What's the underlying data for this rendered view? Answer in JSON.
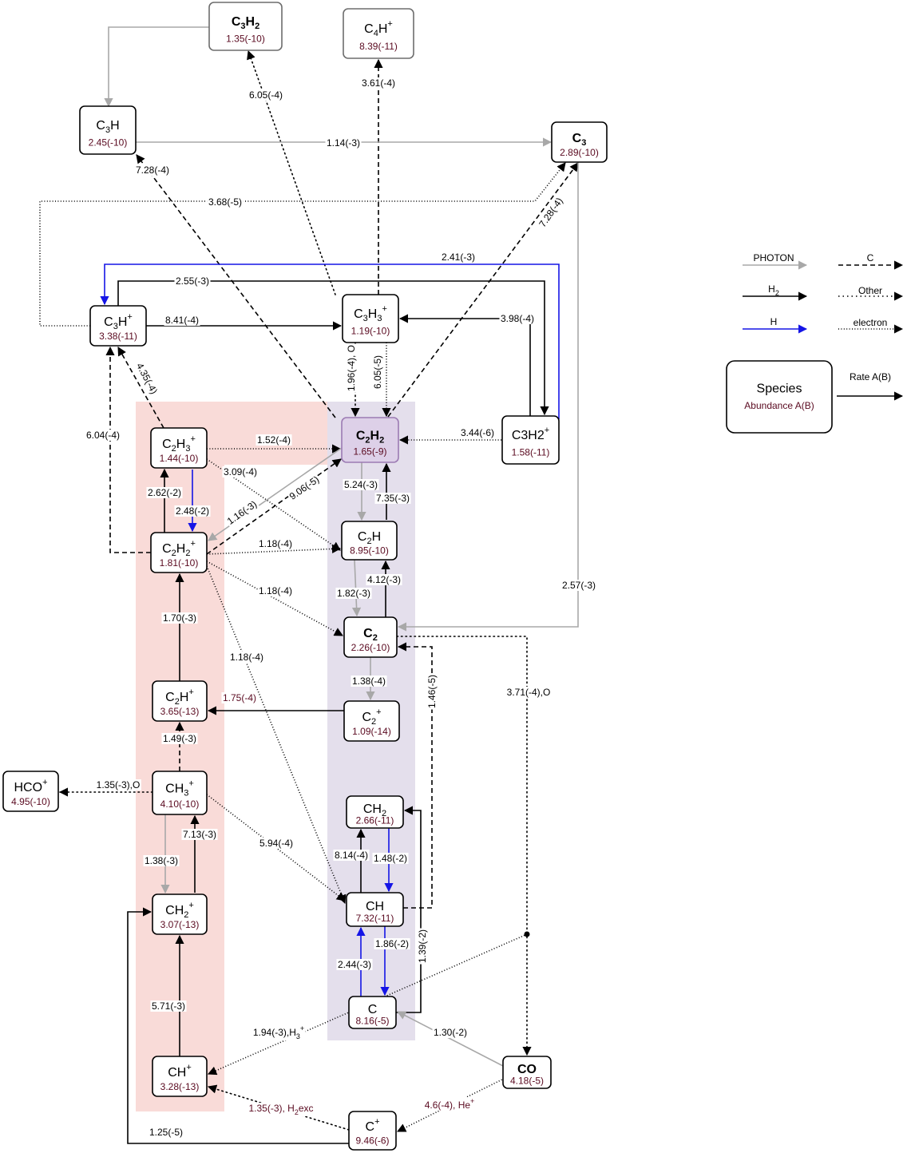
{
  "colors": {
    "photon": "#a8a8a8",
    "h2": "#000000",
    "h": "#1515e6",
    "c": "#000000",
    "other": "#000000",
    "electron": "#000000",
    "abundance": "#5a0a20",
    "panel_pink": "#f9dbd8",
    "panel_purple": "#e4dfec",
    "highlight_node": "#ddd0e8"
  },
  "legend": {
    "photon": "PHOTON",
    "c": "C",
    "h2_main": "H",
    "h2_sub": "2",
    "other": "Other",
    "h": "H",
    "electron": "electron",
    "species": "Species",
    "abundance": "Abundance A(B)",
    "rate": "Rate A(B)"
  },
  "nodes": [
    {
      "id": "C3H2",
      "name": [
        [
          "C"
        ],
        [
          "3",
          "sub"
        ],
        [
          "H"
        ],
        [
          "2",
          "sub"
        ]
      ],
      "abundance": "1.35(-10)",
      "bold": true,
      "grey": true
    },
    {
      "id": "C4Hp",
      "name": [
        [
          "C"
        ],
        [
          "4",
          "sub"
        ],
        [
          "H"
        ],
        [
          "+",
          "sup"
        ]
      ],
      "abundance": "8.39(-11)",
      "grey": true
    },
    {
      "id": "C3H",
      "name": [
        [
          "C"
        ],
        [
          "3",
          "sub"
        ],
        [
          "H"
        ]
      ],
      "abundance": "2.45(-10)"
    },
    {
      "id": "C3",
      "name": [
        [
          "C"
        ],
        [
          "3",
          "sub"
        ]
      ],
      "abundance": "2.89(-10)",
      "bold": true
    },
    {
      "id": "C3Hp",
      "name": [
        [
          "C"
        ],
        [
          "3",
          "sub"
        ],
        [
          "H"
        ],
        [
          "+",
          "sup"
        ]
      ],
      "abundance": "3.38(-11)"
    },
    {
      "id": "C3H3p",
      "name": [
        [
          "C"
        ],
        [
          "3",
          "sub"
        ],
        [
          "H"
        ],
        [
          "3",
          "sub"
        ],
        [
          "+",
          "sup"
        ]
      ],
      "abundance": "1.19(-10)"
    },
    {
      "id": "C3H2p",
      "name": [
        [
          "C3H2"
        ],
        [
          "+",
          "sup"
        ]
      ],
      "abundance": "1.58(-11)"
    },
    {
      "id": "C2H2",
      "name": [
        [
          "C"
        ],
        [
          "2",
          "sub"
        ],
        [
          "H"
        ],
        [
          "2",
          "sub"
        ]
      ],
      "abundance": "1.65(-9)",
      "bold": true,
      "highlight": true
    },
    {
      "id": "C2H3p",
      "name": [
        [
          "C"
        ],
        [
          "2",
          "sub"
        ],
        [
          "H"
        ],
        [
          "3",
          "sub"
        ],
        [
          "+",
          "sup"
        ]
      ],
      "abundance": "1.44(-10)"
    },
    {
      "id": "C2H2p",
      "name": [
        [
          "C"
        ],
        [
          "2",
          "sub"
        ],
        [
          "H"
        ],
        [
          "2",
          "sub"
        ],
        [
          "+",
          "sup"
        ]
      ],
      "abundance": "1.81(-10)"
    },
    {
      "id": "C2H",
      "name": [
        [
          "C"
        ],
        [
          "2",
          "sub"
        ],
        [
          "H"
        ]
      ],
      "abundance": "8.95(-10)"
    },
    {
      "id": "C2",
      "name": [
        [
          "C"
        ],
        [
          "2",
          "sub"
        ]
      ],
      "abundance": "2.26(-10)",
      "bold": true
    },
    {
      "id": "C2Hp",
      "name": [
        [
          "C"
        ],
        [
          "2",
          "sub"
        ],
        [
          "H"
        ],
        [
          "+",
          "sup"
        ]
      ],
      "abundance": "3.65(-13)"
    },
    {
      "id": "C2p",
      "name": [
        [
          "C"
        ],
        [
          "2",
          "sub"
        ],
        [
          "+",
          "sup"
        ]
      ],
      "abundance": "1.09(-14)",
      "brownname": true
    },
    {
      "id": "HCOp",
      "name": [
        [
          "HCO"
        ],
        [
          "+",
          "sup"
        ]
      ],
      "abundance": "4.95(-10)"
    },
    {
      "id": "CH3p",
      "name": [
        [
          "CH"
        ],
        [
          "3",
          "sub"
        ],
        [
          "+",
          "sup"
        ]
      ],
      "abundance": "4.10(-10)"
    },
    {
      "id": "CH2",
      "name": [
        [
          "CH"
        ],
        [
          "2",
          "sub"
        ]
      ],
      "abundance": "2.66(-11)"
    },
    {
      "id": "CH2p",
      "name": [
        [
          "CH"
        ],
        [
          "2",
          "sub"
        ],
        [
          "+",
          "sup"
        ]
      ],
      "abundance": "3.07(-13)"
    },
    {
      "id": "CH",
      "name": [
        [
          "CH"
        ]
      ],
      "abundance": "7.32(-11)"
    },
    {
      "id": "C",
      "name": [
        [
          "C"
        ]
      ],
      "abundance": "8.16(-5)"
    },
    {
      "id": "CO",
      "name": [
        [
          "CO"
        ]
      ],
      "abundance": "4.18(-5)",
      "bold": true
    },
    {
      "id": "CHp",
      "name": [
        [
          "CH"
        ],
        [
          "+",
          "sup"
        ]
      ],
      "abundance": "3.28(-13)"
    },
    {
      "id": "Cp",
      "name": [
        [
          "C"
        ],
        [
          "+",
          "sup"
        ]
      ],
      "abundance": "9.46(-6)"
    }
  ],
  "edges": [
    {
      "id": "e01",
      "from": "C3H2",
      "to": "C3H",
      "type": "photon",
      "label": "6.05(-4)"
    },
    {
      "id": "e02",
      "from": "C3H3p",
      "to": "C3H2",
      "type": "other",
      "label": "6.05(-4)"
    },
    {
      "id": "e03",
      "from": "C3H3p",
      "to": "C4Hp",
      "type": "c",
      "label": "3.61(-4)"
    },
    {
      "id": "e04",
      "from": "C3H",
      "to": "C3",
      "type": "photon",
      "label": "1.14(-3)"
    },
    {
      "id": "e05",
      "from": "C2H2",
      "to": "C3H",
      "type": "c",
      "label": "7.28(-4)"
    },
    {
      "id": "e06",
      "from": "C3Hp",
      "to": "C3",
      "type": "electron",
      "label": "3.68(-5)"
    },
    {
      "id": "e07",
      "from": "C2H2",
      "to": "C3",
      "type": "c",
      "label": "7.28(-4)"
    },
    {
      "id": "e08",
      "from": "C3H2p",
      "to": "C3Hp",
      "type": "h",
      "label": "2.41(-3)"
    },
    {
      "id": "e09",
      "from": "C3Hp",
      "to": "C3H2p",
      "type": "h2",
      "label": "2.55(-3)"
    },
    {
      "id": "e10",
      "from": "C3Hp",
      "to": "C3H3p",
      "type": "h2",
      "label": "8.41(-4)"
    },
    {
      "id": "e11",
      "from": "C3H2p",
      "to": "C3H3p",
      "type": "h2",
      "label": "3.98(-4)"
    },
    {
      "id": "e12",
      "from": "C3H3p",
      "to": "C2H2",
      "type": "other",
      "label": "1.96(-4), O"
    },
    {
      "id": "e13",
      "from": "C3H3p",
      "to": "C2H2",
      "type": "electron",
      "label": "6.05(-5)"
    },
    {
      "id": "e14",
      "from": "C2H3p",
      "to": "C3Hp",
      "type": "c",
      "label": "4.35(-4)"
    },
    {
      "id": "e15",
      "from": "C2H2p",
      "to": "C3Hp",
      "type": "c",
      "label": "6.04(-4)"
    },
    {
      "id": "e16",
      "from": "C3H2p",
      "to": "C2H2",
      "type": "electron",
      "label": "3.44(-6)"
    },
    {
      "id": "e17",
      "from": "C2H3p",
      "to": "C2H2",
      "type": "electron",
      "label": "1.52(-4)"
    },
    {
      "id": "e18",
      "from": "C2H3p",
      "to": "C2H",
      "type": "electron",
      "label": "3.09(-4)"
    },
    {
      "id": "e19",
      "from": "C2H2p",
      "to": "C2H3p",
      "type": "h2",
      "label": "2.62(-2)"
    },
    {
      "id": "e20",
      "from": "C2H3p",
      "to": "C2H2p",
      "type": "h",
      "label": "2.48(-2)"
    },
    {
      "id": "e21",
      "from": "C2H2",
      "to": "C2H2p",
      "type": "photon",
      "label": "1.16(-3)"
    },
    {
      "id": "e22",
      "from": "C2H2p",
      "to": "C2H2",
      "type": "c",
      "label": "9.06(-5)"
    },
    {
      "id": "e23",
      "from": "C2H2",
      "to": "C2H",
      "type": "photon",
      "label": "5.24(-3)"
    },
    {
      "id": "e24",
      "from": "C2H",
      "to": "C2H2",
      "type": "h2",
      "label": "7.35(-3)"
    },
    {
      "id": "e25",
      "from": "C2H2p",
      "to": "C2H",
      "type": "electron",
      "label": "1.18(-4)"
    },
    {
      "id": "e26",
      "from": "C2H2p",
      "to": "C2",
      "type": "electron",
      "label": "1.18(-4)"
    },
    {
      "id": "e27",
      "from": "C2H2p",
      "to": "CH",
      "type": "electron",
      "label": "1.18(-4)"
    },
    {
      "id": "e28",
      "from": "C2H",
      "to": "C2",
      "type": "photon",
      "label": "1.82(-3)"
    },
    {
      "id": "e29",
      "from": "C2",
      "to": "C2H",
      "type": "h2",
      "label": "4.12(-3)"
    },
    {
      "id": "e30",
      "from": "C3",
      "to": "C2",
      "type": "photon",
      "label": "2.57(-3)"
    },
    {
      "id": "e31",
      "from": "C2Hp",
      "to": "C2H2p",
      "type": "h2",
      "label": "1.70(-3)"
    },
    {
      "id": "e32",
      "from": "C2",
      "to": "C2p",
      "type": "photon",
      "label": "1.38(-4)"
    },
    {
      "id": "e33",
      "from": "C2p",
      "to": "C2Hp",
      "type": "h2",
      "label": "1.75(-4)",
      "brown": true
    },
    {
      "id": "e34",
      "from": "CH",
      "to": "C2",
      "type": "c",
      "label": "1.46(-5)"
    },
    {
      "id": "e35",
      "from": "C2",
      "to": "CO",
      "type": "other",
      "label": "3.71(-4),O"
    },
    {
      "id": "e36",
      "from": "CH3p",
      "to": "C2Hp",
      "type": "c",
      "label": "1.49(-3)"
    },
    {
      "id": "e37",
      "from": "CH3p",
      "to": "HCOp",
      "type": "other",
      "label": "1.35(-3),O"
    },
    {
      "id": "e38",
      "from": "CH3p",
      "to": "CH",
      "type": "electron",
      "label": "5.94(-4)"
    },
    {
      "id": "e39",
      "from": "CH3p",
      "to": "CH2p",
      "type": "photon",
      "label": "1.38(-3)"
    },
    {
      "id": "e40",
      "from": "CH2p",
      "to": "CH3p",
      "type": "h2",
      "label": "7.13(-3)"
    },
    {
      "id": "e41",
      "from": "CH",
      "to": "CH2",
      "type": "h2",
      "label": "8.14(-4)"
    },
    {
      "id": "e42",
      "from": "CH2",
      "to": "CH",
      "type": "h",
      "label": "1.48(-2)"
    },
    {
      "id": "e43",
      "from": "C",
      "to": "CH2",
      "type": "h2",
      "label": "1.39(-2)"
    },
    {
      "id": "e44",
      "from": "CH",
      "to": "C",
      "type": "h",
      "label": "1.86(-2)"
    },
    {
      "id": "e45",
      "from": "C",
      "to": "CH",
      "type": "h",
      "label": "2.44(-3)"
    },
    {
      "id": "e46",
      "from": "CO",
      "to": "C",
      "type": "photon",
      "label": "1.30(-2)"
    },
    {
      "id": "e47",
      "from": "CHp",
      "to": "CH2p",
      "type": "h2",
      "label": "5.71(-3)"
    },
    {
      "id": "e48",
      "from": "branch",
      "to": "CHp",
      "type": "electron",
      "label": "1.94(-3),H",
      "labelSup": "+",
      "labelSub": "3"
    },
    {
      "id": "e49",
      "from": "Cp",
      "to": "CHp",
      "type": "other",
      "label": "1.35(-3), H",
      "labelSub": "2",
      "labelTail": "exc",
      "brown": true
    },
    {
      "id": "e50",
      "from": "CO",
      "to": "Cp",
      "type": "electron",
      "label": "4.6(-4), He",
      "labelSup": "+",
      "brown": true
    },
    {
      "id": "e51",
      "from": "Cp",
      "to": "CH2p",
      "type": "h2",
      "label": "1.25(-5)"
    }
  ]
}
